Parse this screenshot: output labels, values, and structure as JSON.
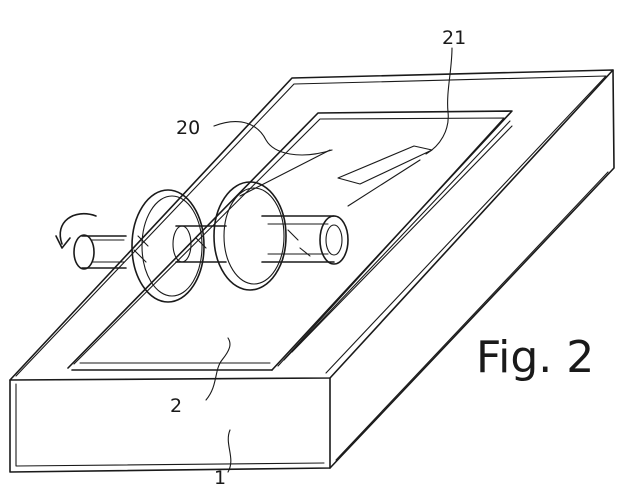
{
  "figure": {
    "caption": "Fig. 2",
    "labels": {
      "ref_21": "21",
      "ref_20": "20",
      "ref_2": "2",
      "ref_1": "1"
    }
  }
}
